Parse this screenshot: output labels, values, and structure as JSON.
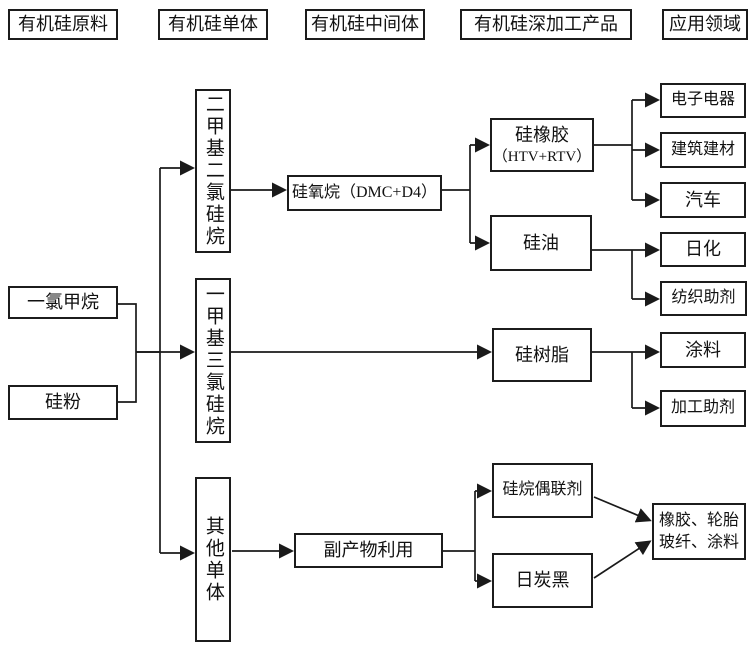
{
  "headers": {
    "raw_materials": "有机硅原料",
    "monomers": "有机硅单体",
    "intermediates": "有机硅中间体",
    "processed_products": "有机硅深加工产品",
    "applications": "应用领域"
  },
  "nodes": {
    "chloromethane": "一氯甲烷",
    "silicon_powder": "硅粉",
    "dimethyldichlorosilane": "二甲基二氯硅烷",
    "methyltrichlorosilane": "一甲基三氯硅烷",
    "other_monomers": "其他单体",
    "siloxane": "硅氧烷（DMC+D4）",
    "byproduct_utilization": "副产物利用",
    "silicone_rubber": {
      "line1": "硅橡胶",
      "line2": "（HTV+RTV）"
    },
    "silicone_oil": "硅油",
    "silicone_resin": "硅树脂",
    "silane_coupling_agent": "硅烷偶联剂",
    "carbon_black": "日炭黑",
    "electronics": "电子电器",
    "construction": "建筑建材",
    "automotive": "汽车",
    "daily_chemicals": "日化",
    "textile_auxiliaries": "纺织助剂",
    "coatings": "涂料",
    "processing_aids": "加工助剂",
    "rubber_tire_apps": {
      "line1": "橡胶、轮胎",
      "line2": "玻纤、涂料"
    }
  },
  "colors": {
    "line": "#1a1a1a",
    "border": "#1c1c1c",
    "text": "#111111",
    "background": "#ffffff"
  }
}
